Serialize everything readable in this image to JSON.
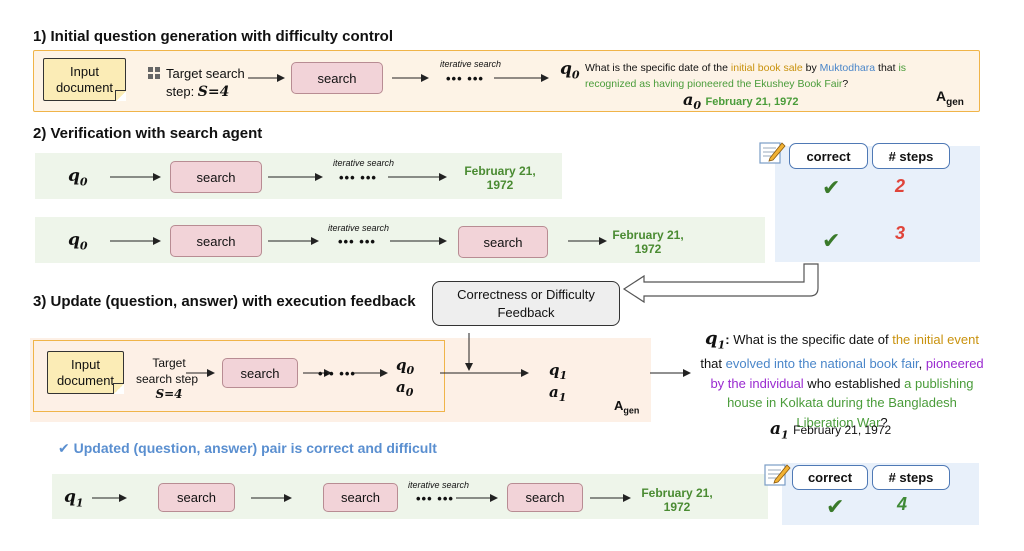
{
  "section1": {
    "title": "1) Initial question generation with difficulty control",
    "input_document": "Input document",
    "target_search_line1": "Target search",
    "target_search_line2": "step: ",
    "target_value": "S=4",
    "search_label": "search",
    "iterative_note": "iterative search",
    "dots": "••• •••",
    "q_symbol": "q",
    "q_sub": "0",
    "question_parts": [
      "What is the specific date of the ",
      "initial book sale",
      " by ",
      "Muktodhara",
      " that ",
      "is recognized as having pioneered the Ekushey Book Fair",
      "?"
    ],
    "a_symbol": "a",
    "a_sub": "0",
    "answer": "February 21, 1972",
    "agen": "A",
    "agen_sub": "gen"
  },
  "section2": {
    "title": "2) Verification with search agent",
    "row1": {
      "q": "q",
      "q_sub": "0",
      "search": "search",
      "note": "iterative search",
      "dots": "••• •••",
      "answer": "February 21, 1972"
    },
    "row2": {
      "q": "q",
      "q_sub": "0",
      "search1": "search",
      "note": "iterative search",
      "dots": "••• •••",
      "search2": "search",
      "answer": "February 21, 1972"
    },
    "table": {
      "col1": "correct",
      "col2": "# steps",
      "row1_steps": "2",
      "row2_steps": "3",
      "check": "✔"
    }
  },
  "section3": {
    "title": "3) Update (question, answer) with execution feedback",
    "feedback": "Correctness or Difficulty Feedback",
    "input_document": "Input document",
    "target_line1": "Target",
    "target_line2": "search step",
    "target_value": "S=4",
    "search": "search",
    "dots": "••• •••",
    "q0": "q",
    "q0_sub": "0",
    "a0": "a",
    "a0_sub": "0",
    "q1": "q",
    "q1_sub": "1",
    "a1": "a",
    "a1_sub": "1",
    "agen": "A",
    "agen_sub": "gen",
    "question_parts": [
      "What is the specific date of ",
      "the initial event",
      " that ",
      "evolved into the national book fair",
      ", ",
      "pioneered by the individual",
      " who established ",
      "a publishing house in Kolkata during the Bangladesh Liberation War",
      "?"
    ],
    "question_prefix": ":",
    "answer": "February 21, 1972"
  },
  "section4": {
    "banner": "✔ Updated (question, answer) pair is correct and difficult",
    "q": "q",
    "q_sub": "1",
    "search1": "search",
    "search2": "search",
    "note": "iterative search",
    "dots": "••• •••",
    "search3": "search",
    "answer": "February 21, 1972",
    "table": {
      "col1": "correct",
      "col2": "# steps",
      "steps": "4",
      "check": "✔"
    }
  },
  "colors": {
    "orange_border": "#f0b449",
    "peach_bg": "#fdf0e6",
    "green_bg": "#eef5ea",
    "blue_bg": "#e8f0fa",
    "red_steps": "#e0443a",
    "green_steps": "#3f8a36"
  }
}
